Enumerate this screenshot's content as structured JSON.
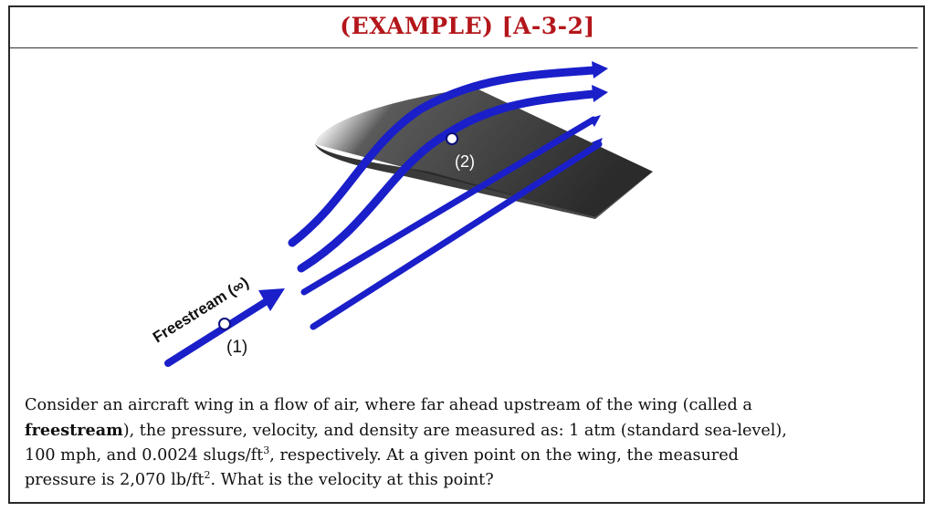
{
  "slide": {
    "title": "(EXAMPLE) [A-3-2]"
  },
  "figure": {
    "freestream_label": "Freestream (∞)",
    "point1_label": "(1)",
    "point2_label": "(2)",
    "colors": {
      "title": "#b3161b",
      "streamline": "#1a1fc9",
      "streamline_dark": "#0b0f7a",
      "wing": "#3a3a3a"
    }
  },
  "question": {
    "line1": "Consider an aircraft wing in a flow of air, where far ahead upstream of the wing (called a",
    "line2_bold": "freestream",
    "line2_rest": "), the pressure, velocity, and density are measured as: 1 atm (standard sea-level),",
    "line3_a": "100 mph, and 0.0024 slugs/ft",
    "line3_sup": "3",
    "line3_b": ", respectively.  At a given point on the wing, the measured",
    "line4_a": "pressure is 2,070 lb/ft",
    "line4_sup": "2",
    "line4_b": ".  What is the velocity at this point?"
  }
}
